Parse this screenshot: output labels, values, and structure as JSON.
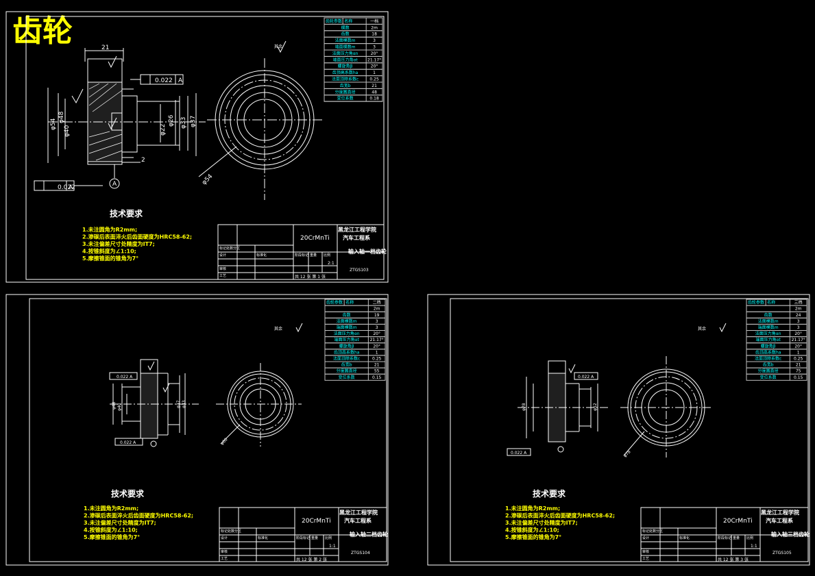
{
  "main_title": "齿轮",
  "colors": {
    "bg": "#000000",
    "line": "#ffffff",
    "yellow": "#ffff00",
    "cyan": "#00ffff",
    "green": "#00ff00",
    "gray": "#c0c0c0"
  },
  "sheets": [
    {
      "id": "sheet1",
      "table": {
        "rows": [
          [
            "齿轮参数",
            "名称",
            "一档"
          ],
          [
            "",
            "模数",
            "2m"
          ],
          [
            "",
            "齿数",
            "18"
          ],
          [
            "",
            "法面模数m",
            "3"
          ],
          [
            "",
            "端面模数m",
            "3"
          ],
          [
            "",
            "法面压力角αn",
            "20°"
          ],
          [
            "",
            "端面压力角αt",
            "21.17°"
          ],
          [
            "",
            "螺旋角β",
            "20°"
          ],
          [
            "",
            "齿顶高系数ha",
            "1"
          ],
          [
            "",
            "法面顶隙系数c",
            "0.25"
          ],
          [
            "",
            "齿宽b",
            "21"
          ],
          [
            "",
            "分度圆直径",
            "48"
          ],
          [
            "",
            "变位系数",
            "0.18"
          ]
        ]
      },
      "dims": {
        "d1": "21",
        "d2": "0.022",
        "d3": "A",
        "d4": "φ54",
        "d5": "φ48",
        "d6": "φ40",
        "d7": "φ22",
        "d8": "φ26",
        "d9": "φ33",
        "d10": "φ37",
        "d11": "2",
        "d12": "φ54",
        "d13": "0.022",
        "d14": "A",
        "d15": "A"
      },
      "roughness": "其余",
      "tech_title": "技术要求",
      "tech": [
        "1.未注圆角为R2mm;",
        "2.渗碳后表面淬火后齿面硬度为HRC58-62;",
        "3.未注偏差尺寸处精度为IT7;",
        "4.按锥斜度为∠1:10;",
        "5.摩擦锥面的锥角为7°"
      ],
      "title_block": {
        "material": "20CrMnTi",
        "school": "黑龙江工程学院",
        "dept": "汽车工程系",
        "drawing": "输入轴一档齿轮",
        "c1": "标记处数分区",
        "c2": "设计",
        "c3": "标准化",
        "c4": "审核",
        "c5": "工艺",
        "c6": "阶段标记",
        "c7": "重量",
        "c8": "比例",
        "scale": "2:1",
        "sheets_info": "共 12 张 第 1 张",
        "code": "ZTGS103"
      }
    },
    {
      "id": "sheet2",
      "table": {
        "rows": [
          [
            "齿轮参数",
            "名称",
            "二档"
          ],
          [
            "",
            "",
            "2m"
          ],
          [
            "",
            "齿数",
            "19"
          ],
          [
            "",
            "法面模数m",
            "3"
          ],
          [
            "",
            "端面模数m",
            "3"
          ],
          [
            "",
            "法面压力角αn",
            "20°"
          ],
          [
            "",
            "端面压力角αt",
            "21.17°"
          ],
          [
            "",
            "螺旋角β",
            "20°"
          ],
          [
            "",
            "齿顶高系数ha",
            "1"
          ],
          [
            "",
            "法面顶隙系数c",
            "0.25"
          ],
          [
            "",
            "齿宽b",
            "21"
          ],
          [
            "",
            "分度圆直径",
            "55"
          ],
          [
            "",
            "变位系数",
            "0.15"
          ]
        ]
      },
      "dims": {
        "d1": "0.022 A",
        "d2": "φ48",
        "d3": "φ40",
        "d4": "φ37",
        "d5": "φ33",
        "d6": "0.022 A",
        "d7": "φ60"
      },
      "roughness": "其余",
      "tech_title": "技术要求",
      "tech": [
        "1.未注圆角为R2mm;",
        "2.渗碳后表面淬火后齿面硬度为HRC58-62;",
        "3.未注偏差尺寸处精度为IT7;",
        "4.按锥斜度为∠1:10;",
        "5.摩擦锥面的锥角为7°"
      ],
      "title_block": {
        "material": "20CrMnTi",
        "school": "黑龙江工程学院",
        "dept": "汽车工程系",
        "drawing": "输入轴二档齿轮",
        "c1": "标记处数分区",
        "c2": "设计",
        "c3": "标准化",
        "c4": "审核",
        "c5": "工艺",
        "c6": "阶段标记",
        "c7": "重量",
        "c8": "比例",
        "scale": "1:1",
        "sheets_info": "共 12 张 第 2 张",
        "code": "ZTGS104"
      }
    },
    {
      "id": "sheet3",
      "table": {
        "rows": [
          [
            "齿轮参数",
            "名称",
            "三档"
          ],
          [
            "",
            "",
            "2m"
          ],
          [
            "",
            "齿数",
            "24"
          ],
          [
            "",
            "法面模数m",
            "3"
          ],
          [
            "",
            "端面模数m",
            "3"
          ],
          [
            "",
            "法面压力角αn",
            "20°"
          ],
          [
            "",
            "端面压力角αt",
            "21.17°"
          ],
          [
            "",
            "螺旋角β",
            "20°"
          ],
          [
            "",
            "齿顶高系数ha",
            "1"
          ],
          [
            "",
            "法面顶隙系数c",
            "0.25"
          ],
          [
            "",
            "齿宽b",
            "21"
          ],
          [
            "",
            "分度圆直径",
            "75"
          ],
          [
            "",
            "变位系数",
            "0.15"
          ]
        ]
      },
      "dims": {
        "d1": "0.022 A",
        "d2": "φ78",
        "d3": "φ52",
        "d4": "0.022 A",
        "d5": "φ78"
      },
      "roughness": "其余",
      "tech_title": "技术要求",
      "tech": [
        "1.未注圆角为R2mm;",
        "2.渗碳后表面淬火后齿面硬度为HRC58-62;",
        "3.未注偏差尺寸处精度为IT7;",
        "4.按锥斜度为∠1:10;",
        "5.摩擦锥面的锥角为7°"
      ],
      "title_block": {
        "material": "20CrMnTi",
        "school": "黑龙江工程学院",
        "dept": "汽车工程系",
        "drawing": "输入轴三档齿轮",
        "c1": "标记处数分区",
        "c2": "设计",
        "c3": "标准化",
        "c4": "审核",
        "c5": "工艺",
        "c6": "阶段标记",
        "c7": "重量",
        "c8": "比例",
        "scale": "1:1",
        "sheets_info": "共 12 张 第 3 张",
        "code": "ZTGS105"
      }
    }
  ]
}
